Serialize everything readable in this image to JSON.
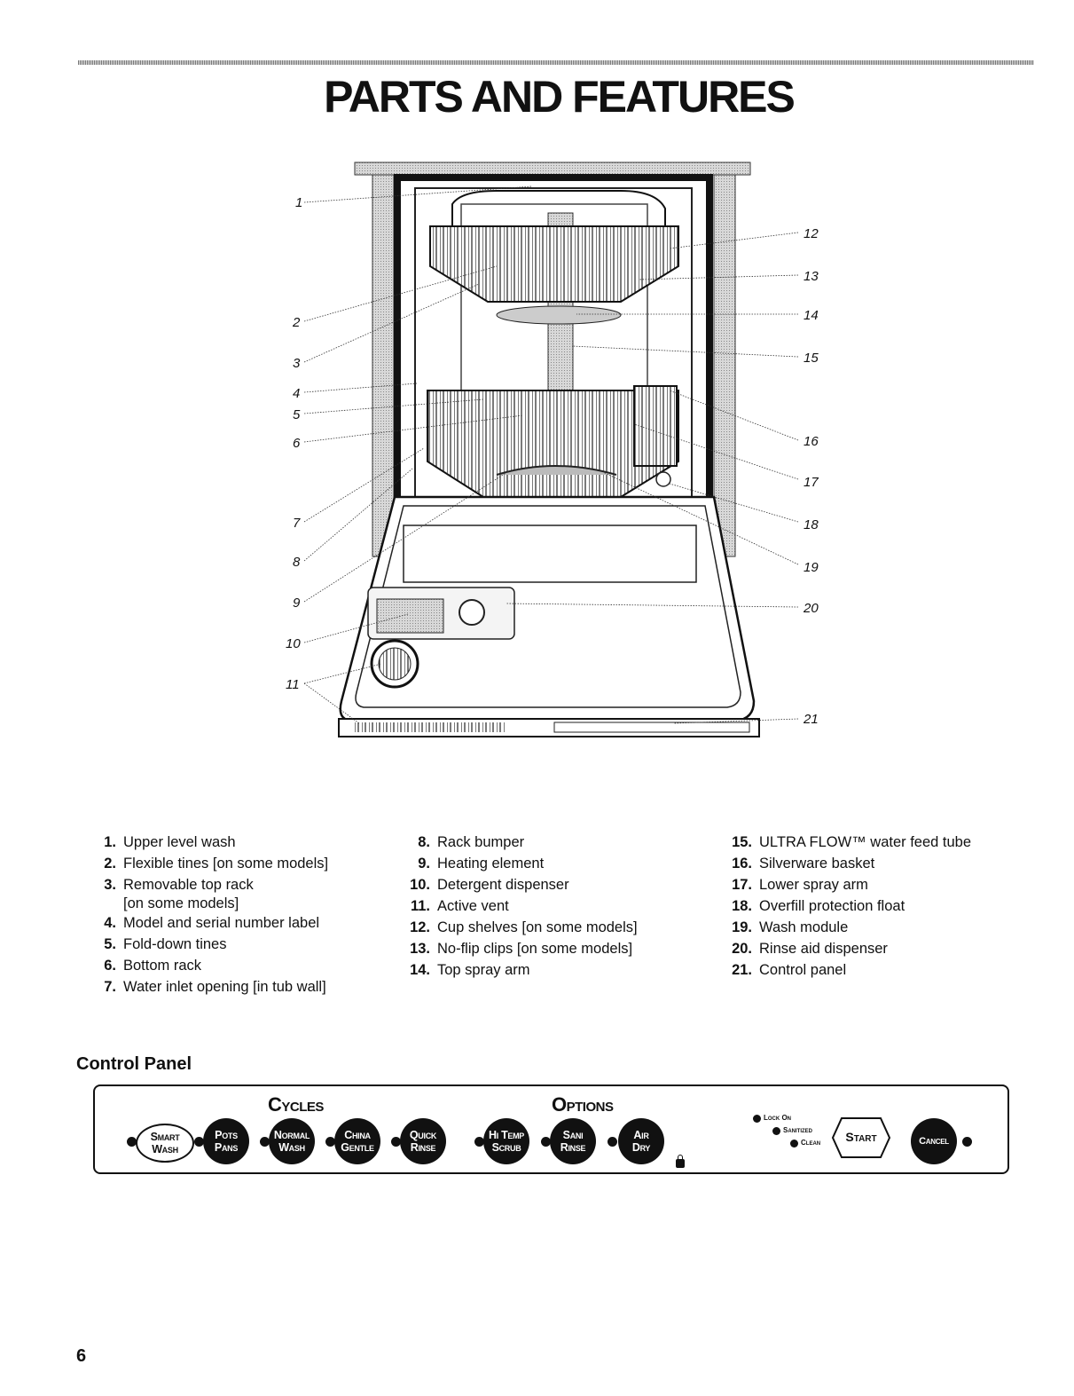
{
  "page": {
    "title": "PARTS AND FEATURES",
    "page_number": "6"
  },
  "callouts": [
    "1",
    "2",
    "3",
    "4",
    "5",
    "6",
    "7",
    "8",
    "9",
    "10",
    "11",
    "12",
    "13",
    "14",
    "15",
    "16",
    "17",
    "18",
    "19",
    "20",
    "21"
  ],
  "parts": {
    "col1": [
      {
        "num": "1.",
        "text": "Upper level wash"
      },
      {
        "num": "2.",
        "text": "Flexible tines [on some models]"
      },
      {
        "num": "3.",
        "text": "Removable top rack",
        "text2": "[on some models]"
      },
      {
        "num": "4.",
        "text": "Model and serial number label"
      },
      {
        "num": "5.",
        "text": "Fold-down tines"
      },
      {
        "num": "6.",
        "text": "Bottom rack"
      },
      {
        "num": "7.",
        "text": "Water inlet opening [in tub wall]"
      }
    ],
    "col2": [
      {
        "num": "8.",
        "text": "Rack bumper"
      },
      {
        "num": "9.",
        "text": "Heating element"
      },
      {
        "num": "10.",
        "text": "Detergent dispenser"
      },
      {
        "num": "11.",
        "text": "Active vent"
      },
      {
        "num": "12.",
        "text": "Cup shelves [on some models]"
      },
      {
        "num": "13.",
        "text": "No-flip clips [on some models]"
      },
      {
        "num": "14.",
        "text": "Top spray arm"
      }
    ],
    "col3": [
      {
        "num": "15.",
        "text": "ULTRA FLOW™ water feed tube"
      },
      {
        "num": "16.",
        "text": "Silverware basket"
      },
      {
        "num": "17.",
        "text": "Lower spray arm"
      },
      {
        "num": "18.",
        "text": "Overfill protection float"
      },
      {
        "num": "19.",
        "text": "Wash module"
      },
      {
        "num": "20.",
        "text": "Rinse aid dispenser"
      },
      {
        "num": "21.",
        "text": "Control panel"
      }
    ]
  },
  "control_panel": {
    "heading": "Control Panel",
    "cycles_label": "Cycles",
    "options_label": "Options",
    "cycles": [
      {
        "line1": "Smart",
        "line2": "Wash"
      },
      {
        "line1": "Pots",
        "line2": "Pans"
      },
      {
        "line1": "Normal",
        "line2": "Wash"
      },
      {
        "line1": "China",
        "line2": "Gentle"
      },
      {
        "line1": "Quick",
        "line2": "Rinse"
      }
    ],
    "options": [
      {
        "line1": "Hi Temp",
        "line2": "Scrub"
      },
      {
        "line1": "Sani",
        "line2": "Rinse"
      },
      {
        "line1": "Air",
        "line2": "Dry"
      }
    ],
    "status": {
      "lock_on": "Lock On",
      "sanitized": "Sanitized",
      "clean": "Clean"
    },
    "start_label": "Start",
    "cancel_label": "Cancel"
  }
}
